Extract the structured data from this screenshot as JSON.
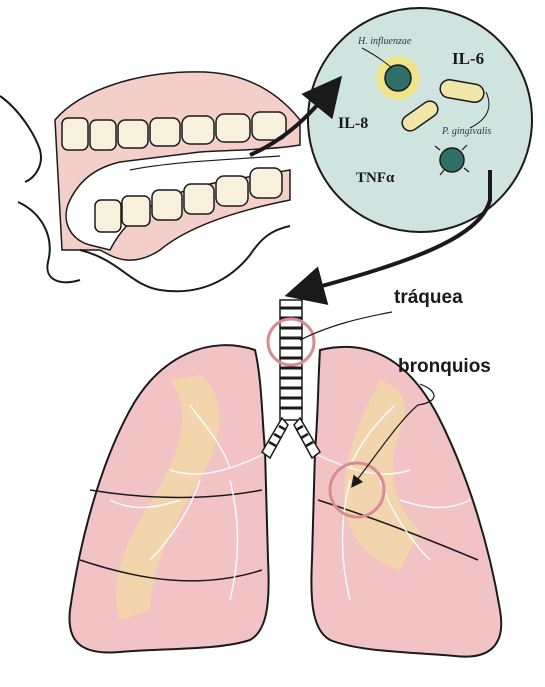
{
  "labels": {
    "tissue_1": "IL-6",
    "tissue_2": "IL-8",
    "tissue_3": "TNFα",
    "bacterium_1": "H. influenzae",
    "bacterium_2": "P. gingivalis",
    "trachea": "tráquea",
    "bronchi": "bronquios"
  },
  "colors": {
    "outline": "#1a1a1a",
    "gum": "#f4cfc9",
    "tooth": "#f6f0dc",
    "circle_fill": "#cfe3df",
    "bacteria_dark": "#2f6f68",
    "capsule": "#efe6a8",
    "lung_pink": "#f2c3c4",
    "lung_yellow": "#f1d9a6",
    "highlight_ring": "#d98a93"
  }
}
